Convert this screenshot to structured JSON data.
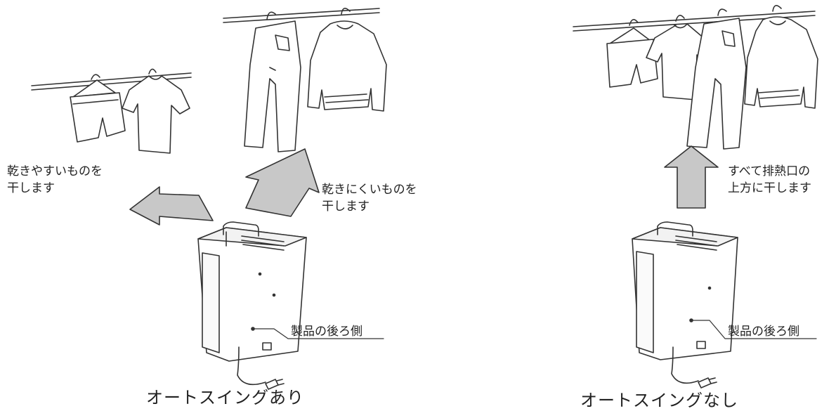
{
  "left": {
    "label_easy": [
      "乾きやすいものを",
      "干します"
    ],
    "label_hard": [
      "乾きにくいものを",
      "干します"
    ],
    "callout_back": "製品の後ろ側",
    "caption": "オートスイングあり"
  },
  "right": {
    "label_above": [
      "すべて排熱口の",
      "上方に干します"
    ],
    "callout_back": "製品の後ろ側",
    "caption": "オートスイングなし"
  }
}
